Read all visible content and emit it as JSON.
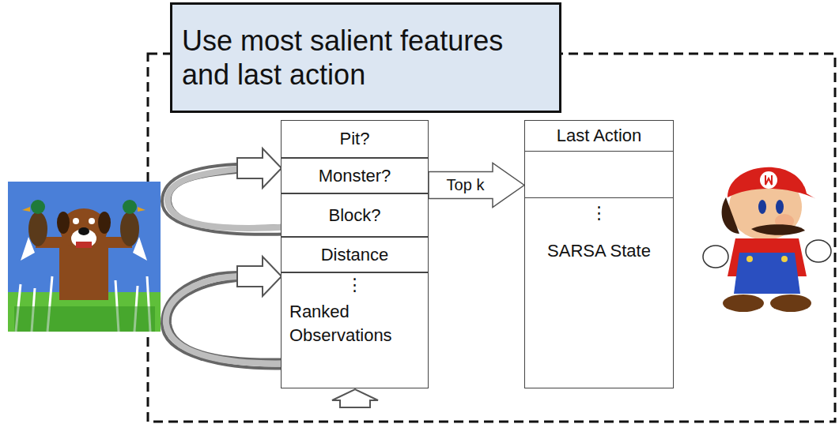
{
  "diagram": {
    "nodes": [
      {
        "text": [
          "Use most salient features and last action"
        ]
      },
      {
        "text": [
          "Pit?"
        ]
      },
      {
        "text": [
          "Monster?"
        ]
      },
      {
        "text": [
          "Block?"
        ]
      },
      {
        "text": [
          "Distance"
        ]
      },
      {
        "text": [
          "⋮",
          "Ranked Observations"
        ]
      },
      {
        "text": [
          "Last Action",
          "⋮",
          "SARSA State"
        ]
      }
    ],
    "edges": [
      {
        "from": 2,
        "to": 6,
        "arrow": "to",
        "label": "Top k"
      }
    ]
  }
}
